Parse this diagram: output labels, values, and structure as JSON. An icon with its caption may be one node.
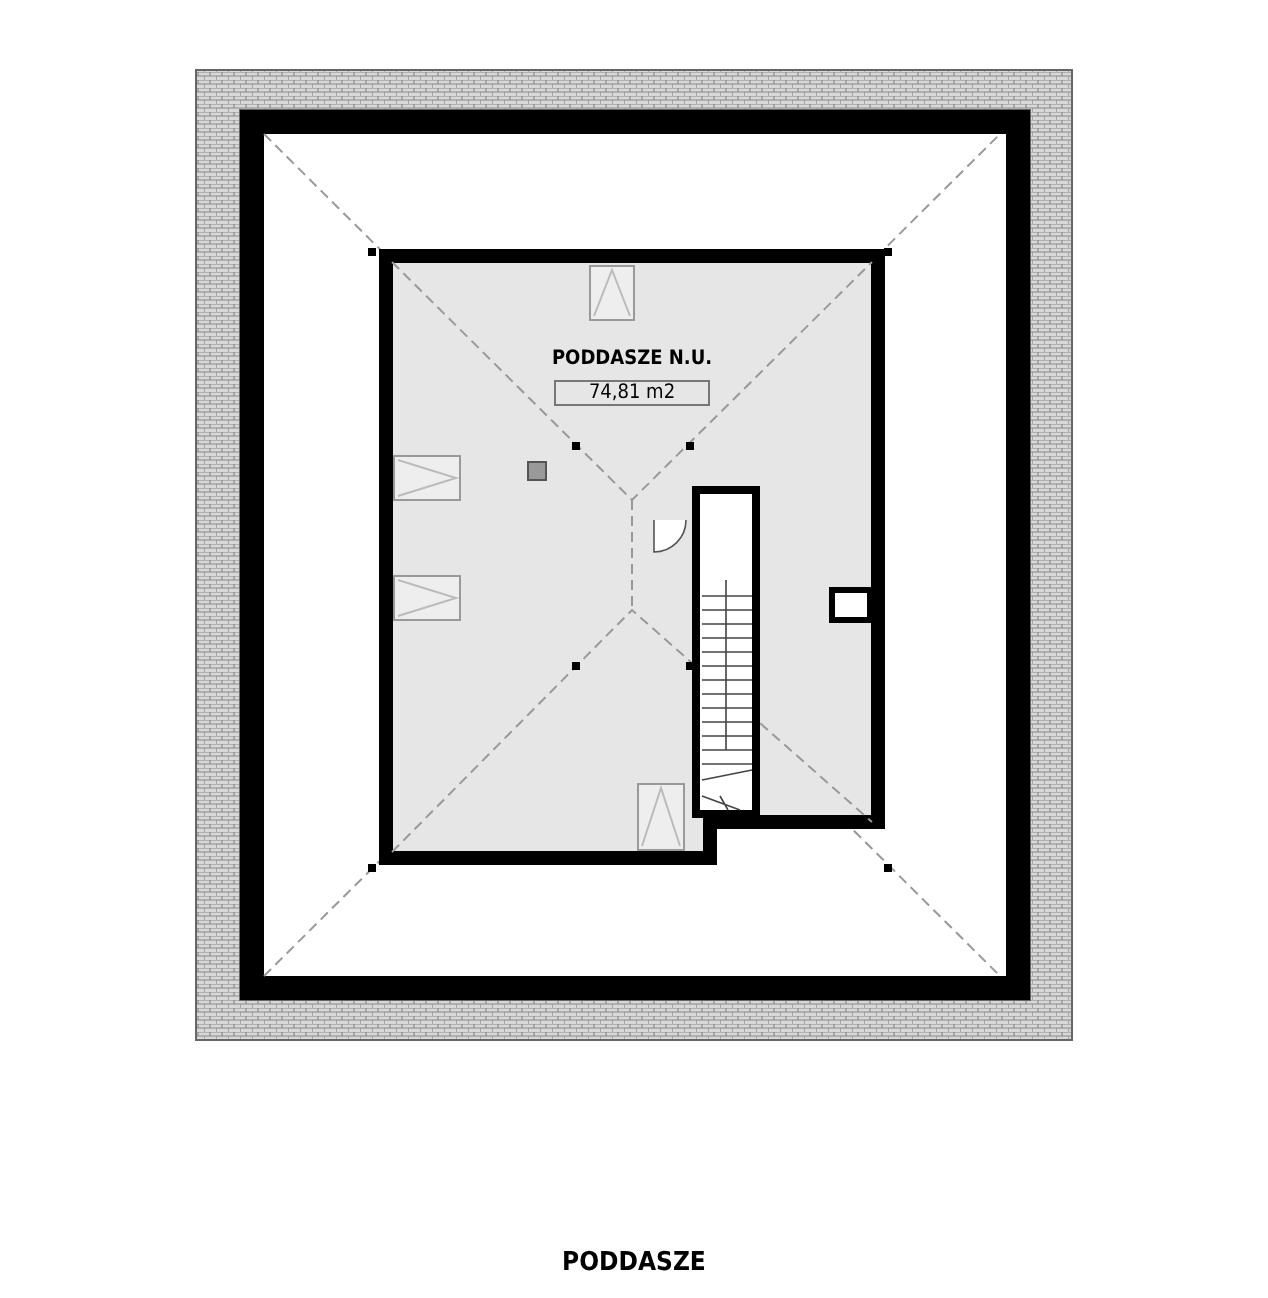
{
  "diagram": {
    "caption": "PODDASZE",
    "nodes": [
      {
        "text": [
          "PODDASZE N.U.",
          "74,81 m2"
        ]
      }
    ]
  }
}
